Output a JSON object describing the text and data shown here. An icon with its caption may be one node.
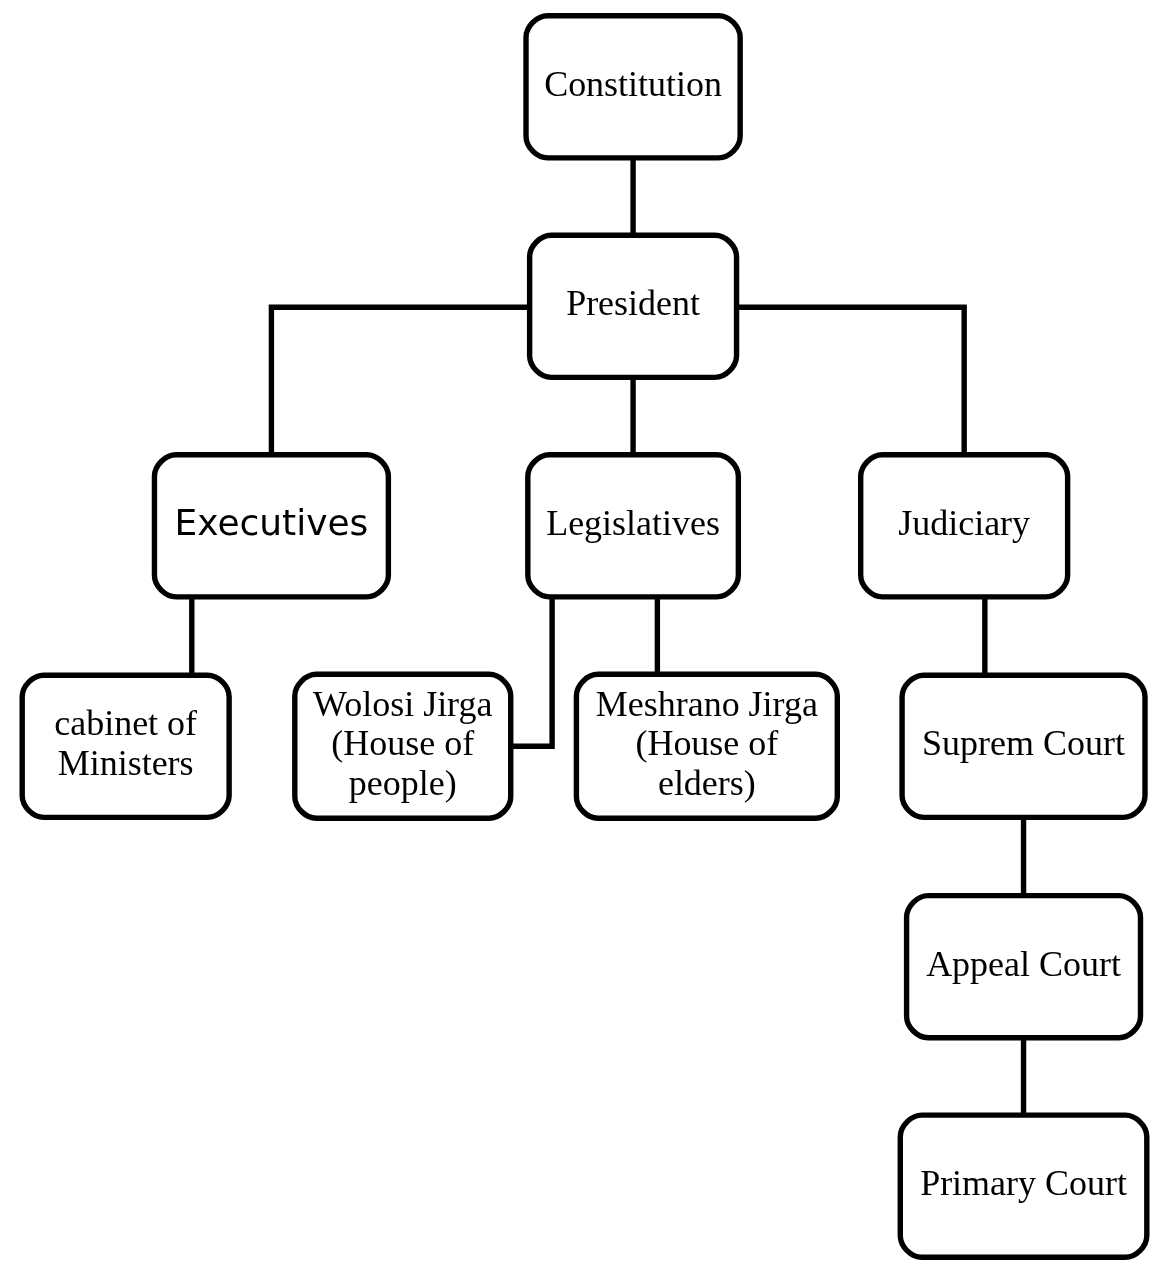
{
  "diagram": {
    "nodes": [
      {
        "text": [
          "Constitution"
        ]
      },
      {
        "text": [
          "President"
        ]
      },
      {
        "text": [
          "Executives"
        ]
      },
      {
        "text": [
          "Legislatives"
        ]
      },
      {
        "text": [
          "Judiciary"
        ]
      },
      {
        "text": [
          "cabinet of Ministers"
        ]
      },
      {
        "text": [
          "Wolosi Jirga (House of people)"
        ]
      },
      {
        "text": [
          "Meshrano Jirga (House of elders)"
        ]
      },
      {
        "text": [
          "Suprem Court"
        ]
      },
      {
        "text": [
          "Appeal Court"
        ]
      },
      {
        "text": [
          "Primary Court"
        ]
      }
    ],
    "edges": [
      {
        "from": 0,
        "to": 1,
        "arrow": "none"
      },
      {
        "from": 1,
        "to": 2,
        "arrow": "none"
      },
      {
        "from": 1,
        "to": 3,
        "arrow": "none"
      },
      {
        "from": 1,
        "to": 4,
        "arrow": "none"
      },
      {
        "from": 2,
        "to": 5,
        "arrow": "none"
      },
      {
        "from": 3,
        "to": 6,
        "arrow": "none"
      },
      {
        "from": 3,
        "to": 7,
        "arrow": "none"
      },
      {
        "from": 4,
        "to": 8,
        "arrow": "none"
      },
      {
        "from": 8,
        "to": 9,
        "arrow": "none"
      },
      {
        "from": 9,
        "to": 10,
        "arrow": "none"
      }
    ]
  }
}
